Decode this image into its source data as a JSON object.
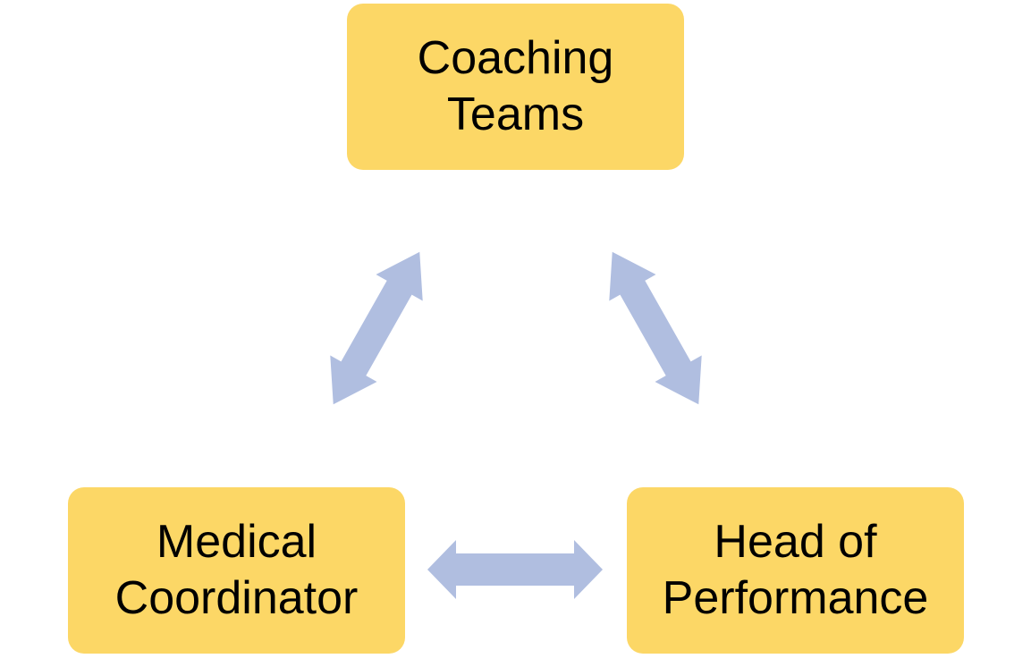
{
  "nodes": {
    "top": {
      "line1": "Coaching",
      "line2": "Teams"
    },
    "left": {
      "line1": "Medical",
      "line2": "Coordinator"
    },
    "right": {
      "line1": "Head of",
      "line2": "Performance"
    }
  },
  "colors": {
    "box_fill": "#fcd766",
    "arrow_fill": "#b0bee0",
    "text": "#000000"
  }
}
